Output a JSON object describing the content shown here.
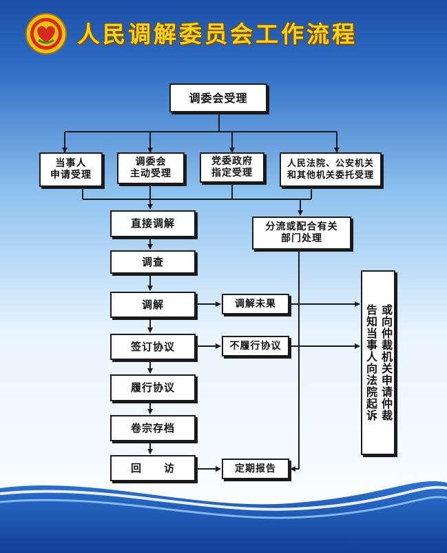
{
  "colors": {
    "header_blue": "#1b4fa6",
    "sky_light": "#e8f4ff",
    "footer_blue": "#1a56b8",
    "title_yellow": "#ffd21a",
    "box_border": "#1a1a1a",
    "line_color": "#1a1a1a"
  },
  "header": {
    "logo_icon": "mediation-committee-emblem",
    "title": "人民调解委员会工作流程"
  },
  "flow": {
    "accept": "调委会受理",
    "source_party": "当事人\n申请受理",
    "source_committee": "调委会\n主动受理",
    "source_party_gov": "党委政府\n指定受理",
    "source_court": "人民法院、公安机关\n和其他机关委托受理",
    "direct_mediation": "直接调解",
    "transfer": "分流或配合有关\n部门处理",
    "investigate": "调查",
    "mediate": "调解",
    "mediation_failed": "调解未果",
    "sign_agreement": "签订协议",
    "not_perform": "不履行协议",
    "perform_agreement": "履行协议",
    "archive": "卷宗存档",
    "revisit": "回　　访",
    "regular_report": "定期报告",
    "final_col_1": "告知当事人向法院起诉",
    "final_col_2": "或向仲裁机关申请仲裁"
  }
}
